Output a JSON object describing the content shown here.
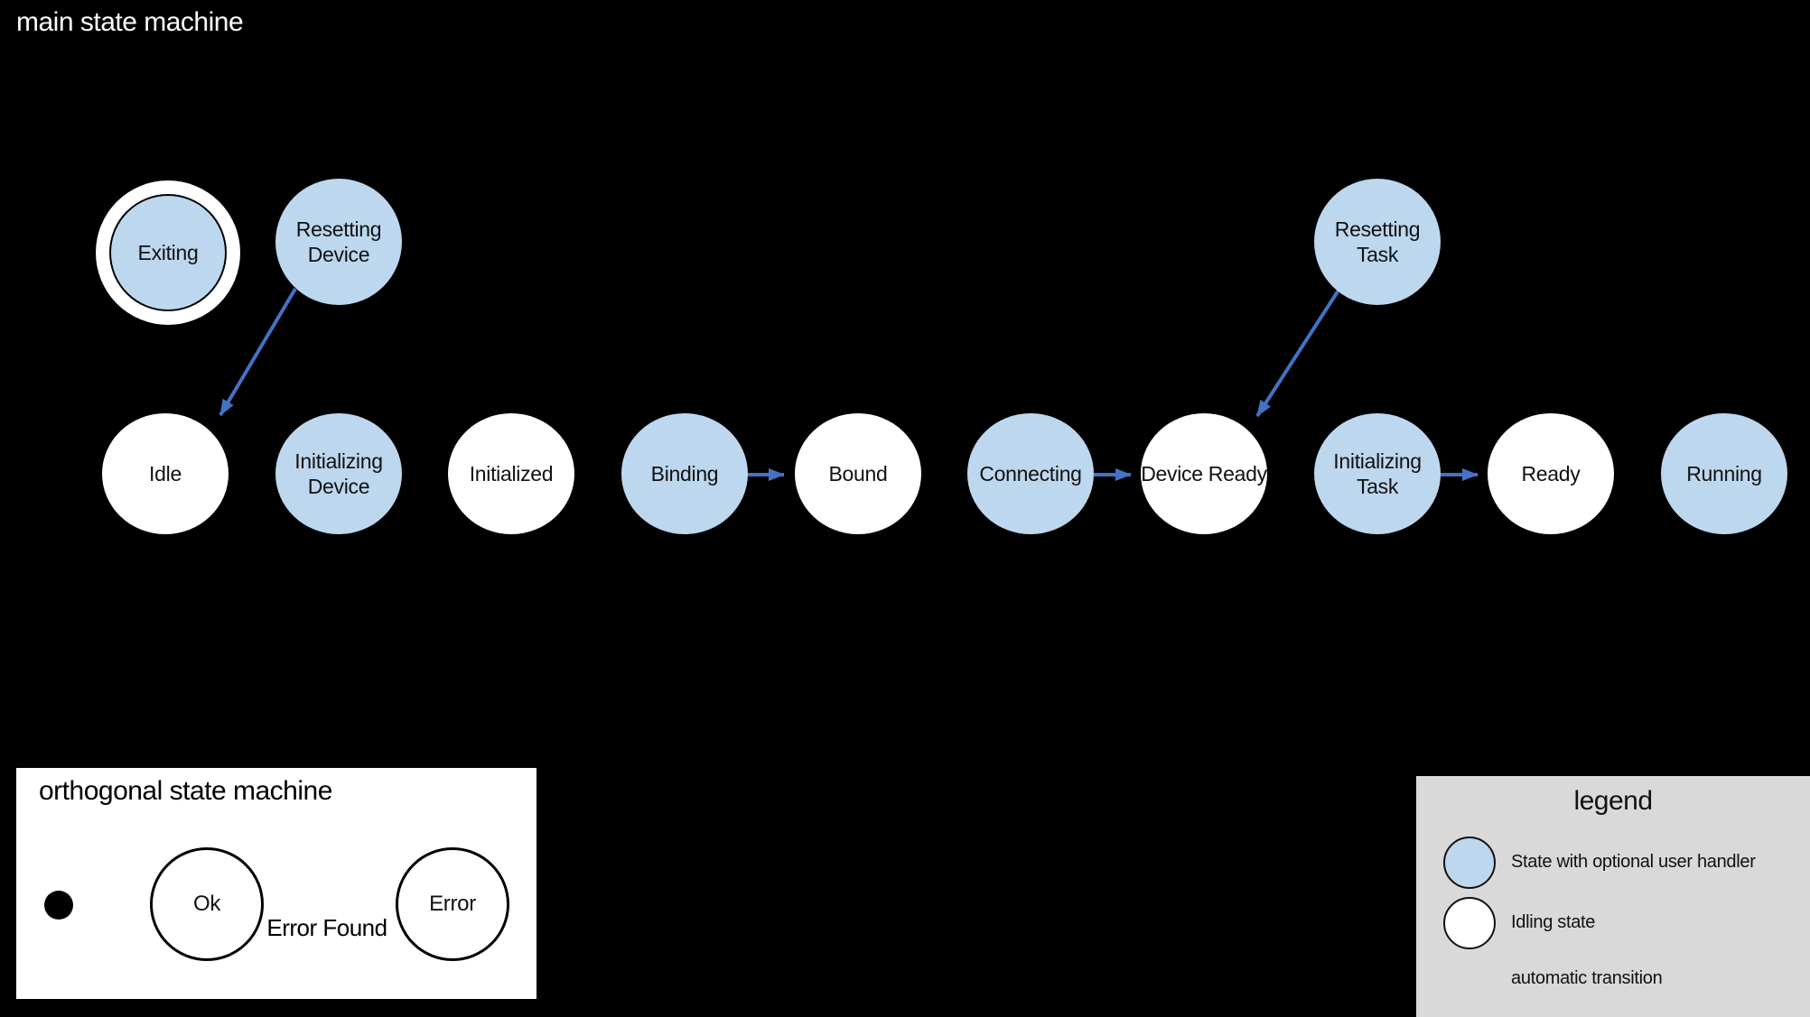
{
  "main_machine": {
    "title": "main state machine",
    "states": {
      "exiting": "Exiting",
      "resetting_device": "Resetting Device",
      "resetting_task": "Resetting Task",
      "idle": "Idle",
      "initializing_device": "Initializing Device",
      "initialized": "Initialized",
      "binding": "Binding",
      "bound": "Bound",
      "connecting": "Connecting",
      "device_ready": "Device Ready",
      "initializing_task": "Initializing Task",
      "ready": "Ready",
      "running": "Running"
    },
    "transitions": [
      {
        "from": "Resetting Device",
        "to": "Idle",
        "type": "automatic"
      },
      {
        "from": "Binding",
        "to": "Bound",
        "type": "automatic"
      },
      {
        "from": "Connecting",
        "to": "Device Ready",
        "type": "automatic"
      },
      {
        "from": "Resetting Task",
        "to": "Device Ready",
        "type": "automatic"
      },
      {
        "from": "Initializing Task",
        "to": "Ready",
        "type": "automatic"
      }
    ]
  },
  "orthogonal_machine": {
    "title": "orthogonal state machine",
    "states": {
      "ok": "Ok",
      "error": "Error"
    },
    "transition_label": "Error Found"
  },
  "legend": {
    "title": "legend",
    "items": [
      {
        "label": "State with optional user handler"
      },
      {
        "label": "Idling state"
      },
      {
        "label": "automatic transition"
      }
    ]
  },
  "colors": {
    "background": "#000000",
    "handler_state_fill": "#bdd7ee",
    "idling_state_fill": "#ffffff",
    "automatic_transition": "#4472c4",
    "legend_background": "#d9d9d9",
    "panel_background": "#ffffff",
    "dark_text": "#111111",
    "light_text": "#ffffff"
  }
}
